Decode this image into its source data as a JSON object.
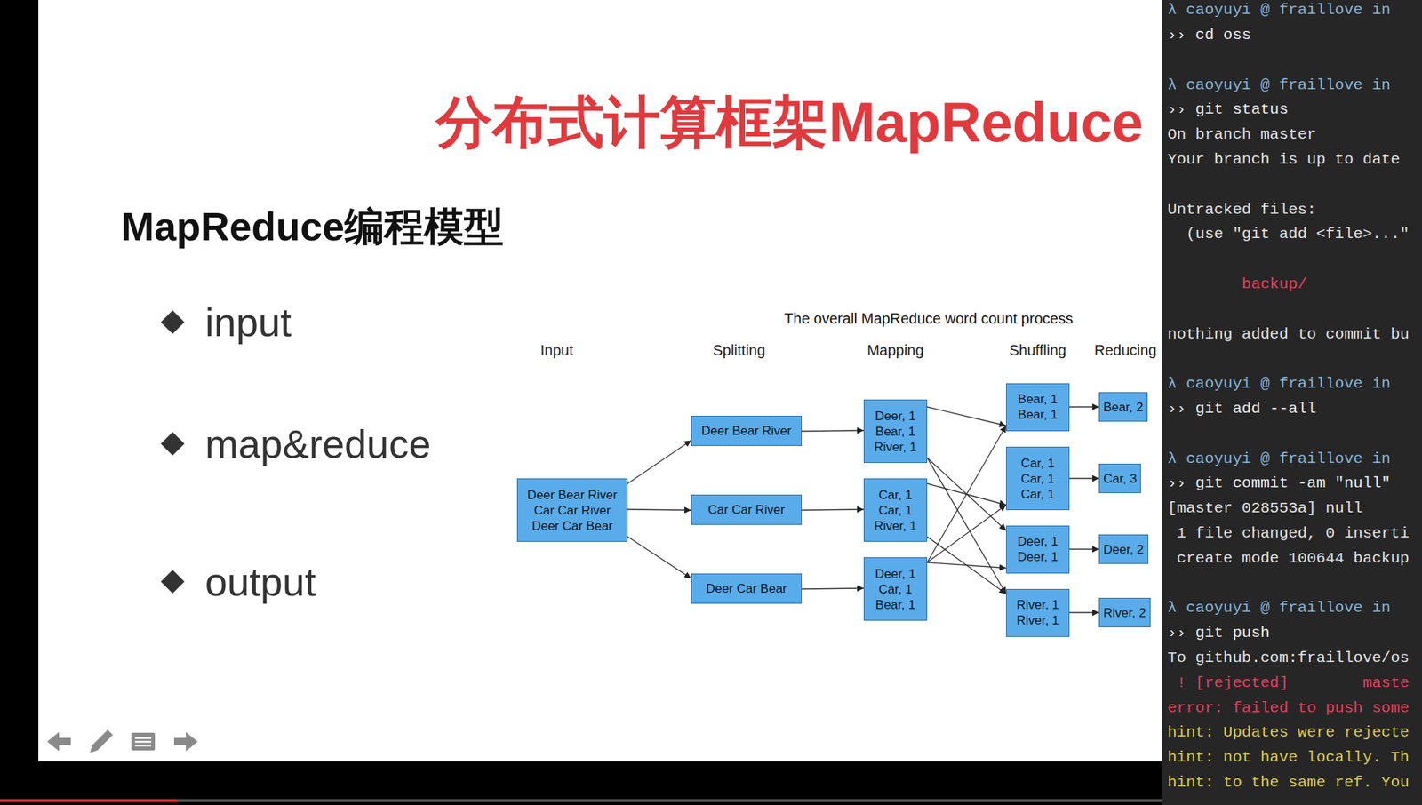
{
  "diagram": {
    "title": "分布式计算框架MapReduce",
    "nodes": [
      {
        "text": [
          "Deer Bear River Car Car River Deer Car Bear"
        ]
      },
      {
        "text": [
          "Deer Bear River"
        ]
      },
      {
        "text": [
          "Car Car River"
        ]
      },
      {
        "text": [
          "Deer Car Bear"
        ]
      },
      {
        "text": [
          "Deer, 1 Bear, 1 River, 1"
        ]
      },
      {
        "text": [
          "Car, 1 Car, 1 River, 1"
        ]
      },
      {
        "text": [
          "Deer, 1 Car, 1 Bear, 1"
        ]
      },
      {
        "text": [
          "Bear, 1 Bear, 1"
        ]
      },
      {
        "text": [
          "Car, 1 Car, 1 Car, 1"
        ]
      },
      {
        "text": [
          "Deer, 1 Deer, 1"
        ]
      },
      {
        "text": [
          "River, 1 River, 1"
        ]
      },
      {
        "text": [
          "Bear, 2"
        ]
      },
      {
        "text": [
          "Car, 3"
        ]
      },
      {
        "text": [
          "Deer, 2"
        ]
      },
      {
        "text": [
          "River, 2"
        ]
      }
    ],
    "edges": [
      {
        "from": 0,
        "to": 1,
        "arrow": "to"
      },
      {
        "from": 0,
        "to": 2,
        "arrow": "to"
      },
      {
        "from": 0,
        "to": 3,
        "arrow": "to"
      },
      {
        "from": 1,
        "to": 4,
        "arrow": "to"
      },
      {
        "from": 2,
        "to": 5,
        "arrow": "to"
      },
      {
        "from": 3,
        "to": 6,
        "arrow": "to"
      },
      {
        "from": 4,
        "to": 7,
        "arrow": "to"
      },
      {
        "from": 4,
        "to": 9,
        "arrow": "to"
      },
      {
        "from": 4,
        "to": 10,
        "arrow": "to"
      },
      {
        "from": 5,
        "to": 8,
        "arrow": "to"
      },
      {
        "from": 5,
        "to": 10,
        "arrow": "to"
      },
      {
        "from": 6,
        "to": 7,
        "arrow": "to"
      },
      {
        "from": 6,
        "to": 8,
        "arrow": "to"
      },
      {
        "from": 6,
        "to": 9,
        "arrow": "to"
      },
      {
        "from": 7,
        "to": 11,
        "arrow": "to"
      },
      {
        "from": 8,
        "to": 12,
        "arrow": "to"
      },
      {
        "from": 9,
        "to": 13,
        "arrow": "to"
      },
      {
        "from": 10,
        "to": 14,
        "arrow": "to"
      }
    ],
    "labels": [
      "MapReduce编程模型",
      "input",
      "map&reduce",
      "output",
      "The overall MapReduce word count process",
      "Input",
      "Splitting",
      "Mapping",
      "Shuffling",
      "Reducing",
      "λ caoyuyi @ fraillove in",
      "›› cd oss",
      "λ caoyuyi @ fraillove in",
      "›› git status",
      "On branch master",
      "Your branch is up to date",
      "Untracked files:",
      "(use \"git add <file>...\"",
      "backup/",
      "nothing added to commit bu",
      "λ caoyuyi @ fraillove in",
      "›› git add --all",
      "λ caoyuyi @ fraillove in",
      "›› git commit -am \"null\"",
      "[master 028553a] null",
      "1 file changed, 0 inserti",
      "create mode 100644 backup",
      "λ caoyuyi @ fraillove in",
      "›› git push",
      "To github.com:fraillove/os",
      "! [rejected]        maste",
      "error: failed to push some",
      "hint: Updates were rejecte",
      "hint: not have locally. Th",
      "hint: to the same ref. You"
    ]
  }
}
